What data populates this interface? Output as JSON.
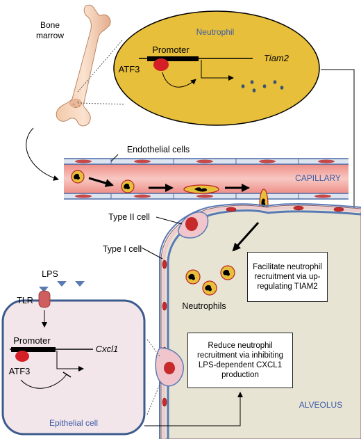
{
  "labels": {
    "bone_marrow_line1": "Bone",
    "bone_marrow_line2": "marrow",
    "neutrophil": "Neutrophil",
    "promoter_top": "Promoter",
    "atf3_top": "ATF3",
    "tiam2": "Tiam2",
    "endothelial_cells": "Endothelial cells",
    "capillary": "CAPILLARY",
    "type2_cell": "Type II cell",
    "type1_cell": "Type I cell",
    "lps": "LPS",
    "tlr": "TLR",
    "promoter_bottom": "Promoter",
    "cxcl1": "Cxcl1",
    "atf3_bottom": "ATF3",
    "neutrophils": "Neutrophils",
    "epithelial_cell": "Epithelial cell",
    "alveolus": "ALVEOLUS"
  },
  "boxes": {
    "facilitate": "Facilitate neutrophil recruitment via up-regulating TIAM2",
    "reduce": "Reduce neutrophil recruitment via inhibiting LPS-dependent CXCL1 production"
  },
  "colors": {
    "vessel": "#f4a4a0",
    "alveolus_fill": "#e8e4d4",
    "alveolus_border": "#5a7ab4",
    "neutrophil_fill": "#f2c94c",
    "epithelial_fill": "#f2e6ea",
    "label_blue": "#3b5ba5",
    "nucleus": "#c81e24"
  }
}
